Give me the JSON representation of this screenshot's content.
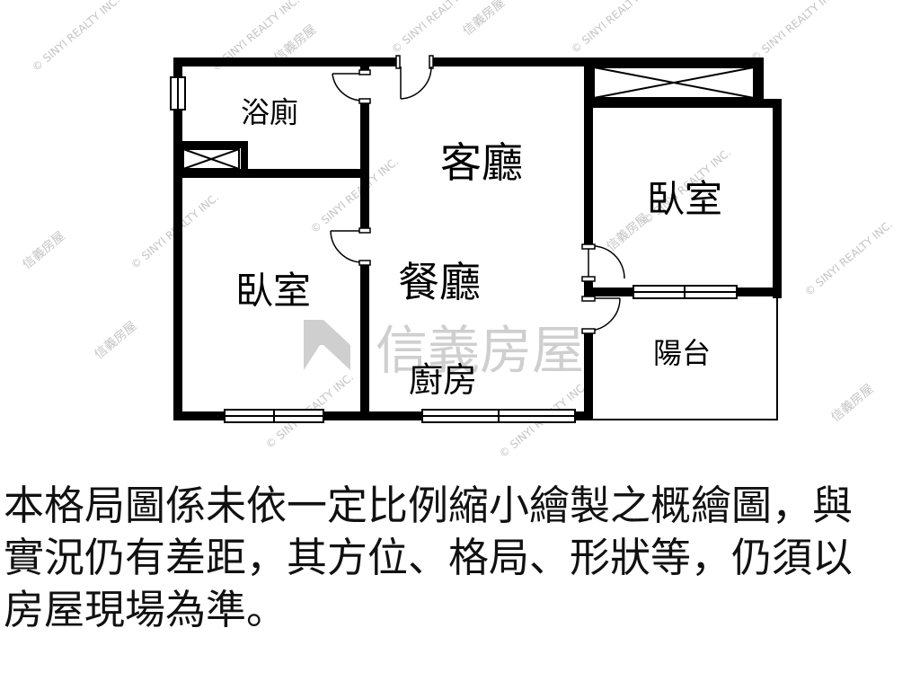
{
  "rooms": {
    "bathroom": "浴廁",
    "living": "客廳",
    "bedroom_right": "臥室",
    "bedroom_left": "臥室",
    "dining": "餐廳",
    "kitchen": "廚房",
    "balcony": "陽台"
  },
  "logo_text": "信義房屋",
  "watermark": {
    "chinese": "信義房屋",
    "english": "© SINYI REALTY INC."
  },
  "disclaimer_lines": [
    "本格局圖係未依一定比例縮小繪製之概繪圖，與",
    "實況仍有差距，其方位、格局、形狀等，仍須以",
    "房屋現場為準。"
  ],
  "colors": {
    "wall": "#000000",
    "watermark_text": "#b9b9b9",
    "logo_gray": "#cfcfcf"
  }
}
